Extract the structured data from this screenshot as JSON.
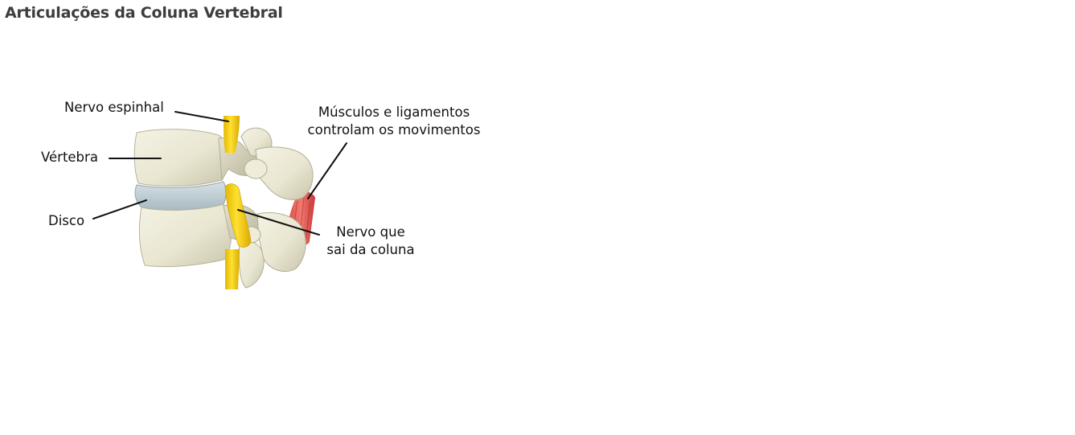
{
  "page": {
    "title": "Articulações da Coluna Vertebral"
  },
  "diagram": {
    "labels": {
      "spinal_nerve": "Nervo espinhal",
      "vertebra": "Vértebra",
      "disc": "Disco",
      "muscles_line1": "Músculos e ligamentos",
      "muscles_line2": "controlam os movimentos",
      "exiting_nerve_line1": "Nervo que",
      "exiting_nerve_line2": "sai da coluna"
    }
  }
}
